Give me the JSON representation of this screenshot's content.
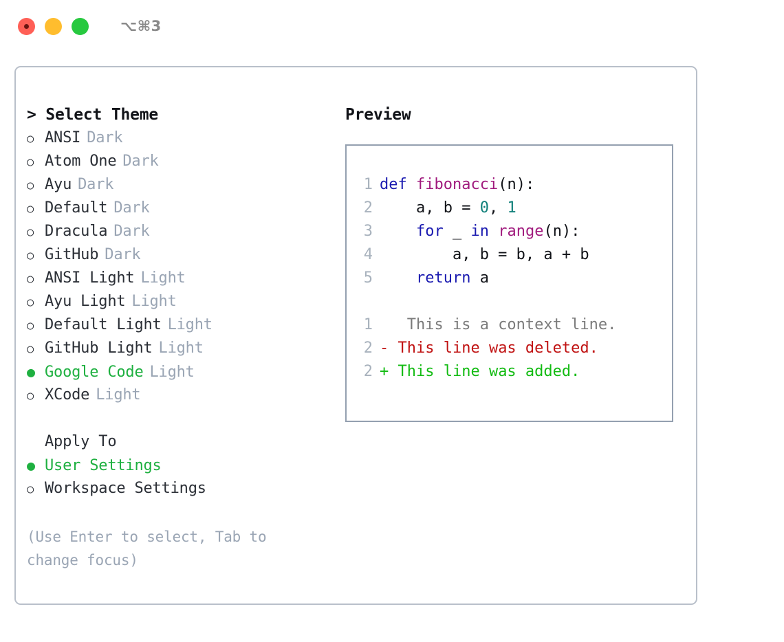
{
  "titlebar": {
    "traffic_lights": [
      {
        "name": "close",
        "color": "#ff5f56"
      },
      {
        "name": "minimize",
        "color": "#ffbd2e"
      },
      {
        "name": "zoom",
        "color": "#27c93f"
      }
    ],
    "shortcut": "⌥⌘3"
  },
  "theme_picker": {
    "heading": "> Select Theme",
    "items": [
      {
        "bullet": "○",
        "label": "ANSI",
        "tag": "Dark",
        "selected": false
      },
      {
        "bullet": "○",
        "label": "Atom One",
        "tag": "Dark",
        "selected": false
      },
      {
        "bullet": "○",
        "label": "Ayu",
        "tag": "Dark",
        "selected": false
      },
      {
        "bullet": "○",
        "label": "Default",
        "tag": "Dark",
        "selected": false
      },
      {
        "bullet": "○",
        "label": "Dracula",
        "tag": "Dark",
        "selected": false
      },
      {
        "bullet": "○",
        "label": "GitHub",
        "tag": "Dark",
        "selected": false
      },
      {
        "bullet": "○",
        "label": "ANSI Light",
        "tag": "Light",
        "selected": false
      },
      {
        "bullet": "○",
        "label": "Ayu Light",
        "tag": "Light",
        "selected": false
      },
      {
        "bullet": "○",
        "label": "Default Light",
        "tag": "Light",
        "selected": false
      },
      {
        "bullet": "○",
        "label": "GitHub Light",
        "tag": "Light",
        "selected": false
      },
      {
        "bullet": "●",
        "label": "Google Code",
        "tag": "Light",
        "selected": true
      },
      {
        "bullet": "○",
        "label": "XCode",
        "tag": "Light",
        "selected": false
      }
    ]
  },
  "apply_to": {
    "heading": "Apply To",
    "items": [
      {
        "bullet": "●",
        "label": "User Settings",
        "selected": true
      },
      {
        "bullet": "○",
        "label": "Workspace Settings",
        "selected": false
      }
    ]
  },
  "hint": "(Use Enter to select, Tab to change focus)",
  "preview": {
    "heading": "Preview",
    "code_lines": [
      {
        "no": "1",
        "tokens": [
          {
            "t": "def ",
            "c": "kw"
          },
          {
            "t": "fibonacci",
            "c": "fn"
          },
          {
            "t": "(n):",
            "c": "pl"
          }
        ]
      },
      {
        "no": "2",
        "tokens": [
          {
            "t": "    a, b = ",
            "c": "pl"
          },
          {
            "t": "0",
            "c": "num"
          },
          {
            "t": ", ",
            "c": "pl"
          },
          {
            "t": "1",
            "c": "num"
          }
        ]
      },
      {
        "no": "3",
        "tokens": [
          {
            "t": "    ",
            "c": "pl"
          },
          {
            "t": "for",
            "c": "kw"
          },
          {
            "t": " _ ",
            "c": "pl"
          },
          {
            "t": "in",
            "c": "kw"
          },
          {
            "t": " ",
            "c": "pl"
          },
          {
            "t": "range",
            "c": "fn"
          },
          {
            "t": "(n):",
            "c": "pl"
          }
        ]
      },
      {
        "no": "4",
        "tokens": [
          {
            "t": "        a, b = b, a + b",
            "c": "pl"
          }
        ]
      },
      {
        "no": "5",
        "tokens": [
          {
            "t": "    ",
            "c": "pl"
          },
          {
            "t": "return",
            "c": "kw"
          },
          {
            "t": " a",
            "c": "pl"
          }
        ]
      }
    ],
    "diff_lines": [
      {
        "no": "1",
        "marker": " ",
        "text": "  This is a context line.",
        "kind": "context"
      },
      {
        "no": "2",
        "marker": "-",
        "text": " This line was deleted.",
        "kind": "deleted"
      },
      {
        "no": "2",
        "marker": "+",
        "text": " This line was added.",
        "kind": "added"
      }
    ]
  },
  "colors": {
    "accent_green": "#1eb040",
    "tag_gray": "#9aa5b4",
    "keyword_blue": "#1a1ab0",
    "function_magenta": "#a01a7d",
    "number_teal": "#11807a",
    "diff_delete_red": "#c01212",
    "diff_add_green": "#12bb12",
    "panel_border": "#b9c0ca",
    "preview_border": "#94a0b0"
  }
}
